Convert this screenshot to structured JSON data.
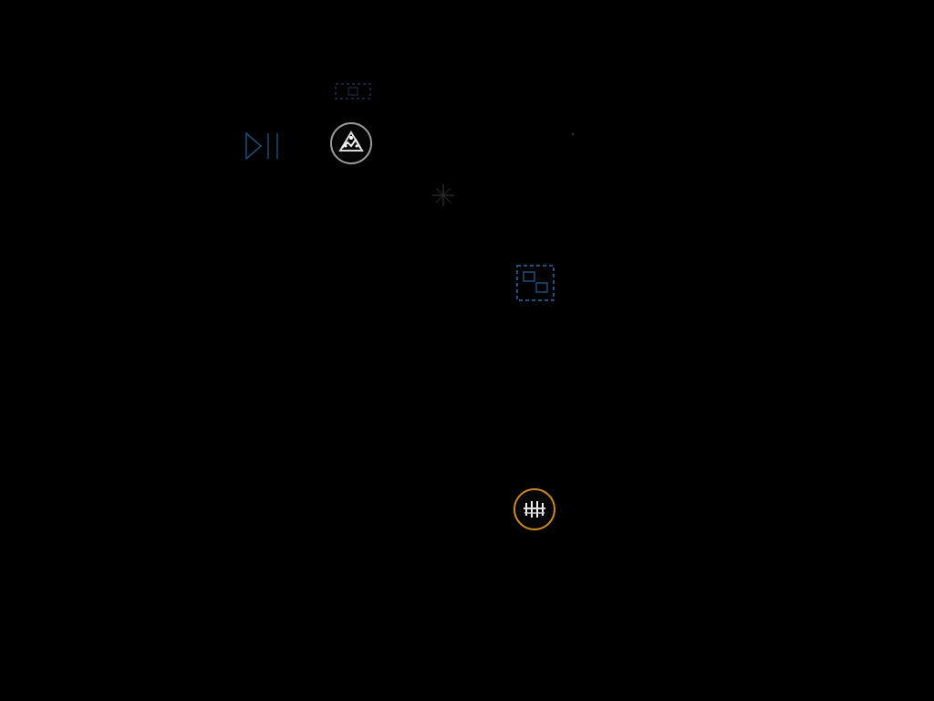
{
  "scene": {
    "background": "#000000"
  },
  "tokens": [
    {
      "name": "unit-token-silver",
      "icon": "unit-emblem-icon",
      "ring_color": "#9a9a9a",
      "glyph_color": "#e8e8e8"
    },
    {
      "name": "unit-token-gold",
      "icon": "unit-emblem-icon",
      "ring_color": "#c88a1e",
      "glyph_color": "#f2f2f2"
    }
  ],
  "markers": [
    {
      "name": "small-square-marker-top",
      "icon": "square-marker-icon",
      "color": "#1e4f7a"
    },
    {
      "name": "play-arrow-marker",
      "icon": "play-arrow-icon",
      "color": "#1e4f7a"
    },
    {
      "name": "sparkle-marker",
      "icon": "sparkle-icon",
      "color": "#3a3a3a"
    },
    {
      "name": "blue-square-marker",
      "icon": "square-marker-icon",
      "color": "#2a6fae"
    },
    {
      "name": "faint-dot-marker",
      "icon": "dot-icon",
      "color": "#2a2a2a"
    }
  ]
}
